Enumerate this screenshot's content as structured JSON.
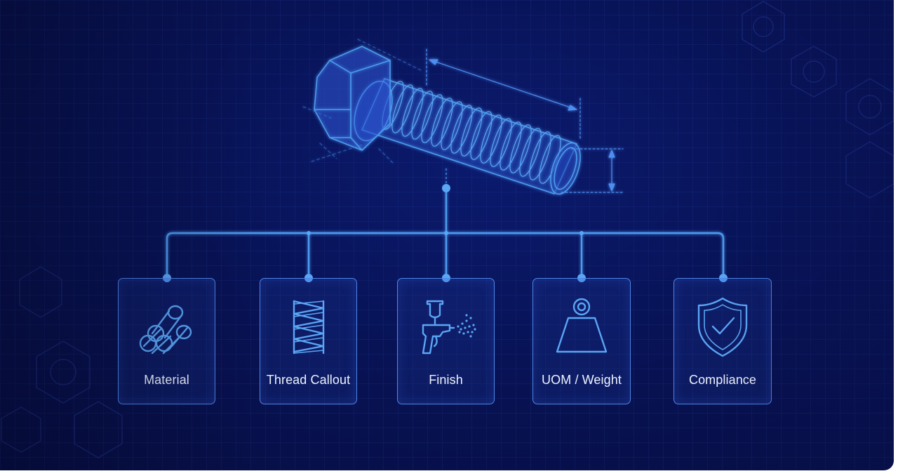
{
  "diagram": {
    "nodes": [
      {
        "id": "material",
        "label": "Material",
        "icon": "material-bars-icon"
      },
      {
        "id": "thread-callout",
        "label": "Thread Callout",
        "icon": "thread-icon"
      },
      {
        "id": "finish",
        "label": "Finish",
        "icon": "spray-gun-icon"
      },
      {
        "id": "uom-weight",
        "label": "UOM / Weight",
        "icon": "weight-icon"
      },
      {
        "id": "compliance",
        "label": "Compliance",
        "icon": "shield-check-icon"
      }
    ],
    "root_icon": "hex-bolt-icon"
  },
  "colors": {
    "background": "#081356",
    "line": "#4d9cf0",
    "card_border": "#4d86e8",
    "text": "#eef3ff"
  }
}
